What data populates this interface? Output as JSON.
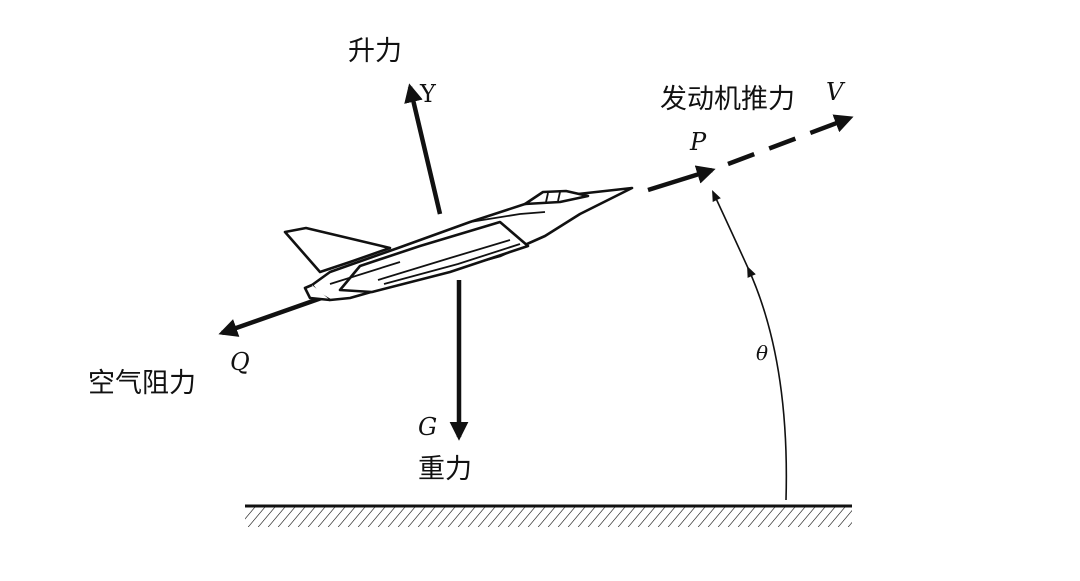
{
  "labels": {
    "lift": "升力",
    "lift_symbol": "Y",
    "thrust": "发动机推力",
    "velocity_symbol": "V",
    "thrust_symbol": "P",
    "drag": "空气阻力",
    "drag_symbol": "Q",
    "gravity": "重力",
    "gravity_symbol": "G",
    "angle_symbol": "θ"
  }
}
